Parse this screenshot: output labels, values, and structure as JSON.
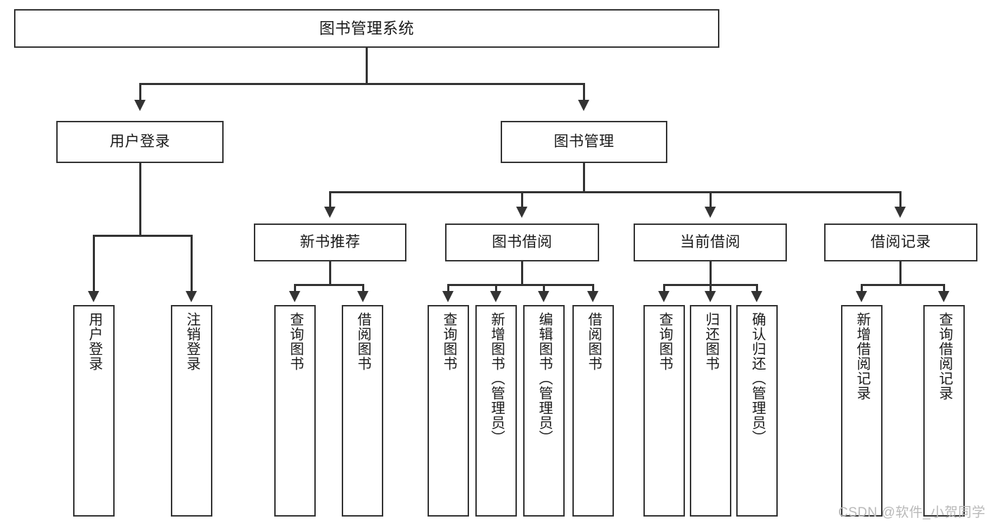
{
  "diagram": {
    "title": "图书管理系统",
    "watermark": "CSDN @软件_小贺同学",
    "colors": {
      "stroke": "#333333",
      "fill": "#ffffff",
      "text": "#1a1a1a",
      "watermark": "#b9b9b9"
    },
    "nodes": {
      "root": {
        "label": "图书管理系统"
      },
      "level1": [
        {
          "label": "用户登录"
        },
        {
          "label": "图书管理"
        }
      ],
      "level2": [
        {
          "label": "新书推荐"
        },
        {
          "label": "图书借阅"
        },
        {
          "label": "当前借阅"
        },
        {
          "label": "借阅记录"
        }
      ],
      "leaves": {
        "user_login": [
          {
            "label": "用户登录"
          },
          {
            "label": "注销登录"
          }
        ],
        "new_book": [
          {
            "label": "查询图书"
          },
          {
            "label": "借阅图书"
          }
        ],
        "book_borrow": [
          {
            "label": "查询图书"
          },
          {
            "label": "新增图书（管理员）"
          },
          {
            "label": "编辑图书（管理员）"
          },
          {
            "label": "借阅图书"
          }
        ],
        "current_borrow": [
          {
            "label": "查询图书"
          },
          {
            "label": "归还图书"
          },
          {
            "label": "确认归还（管理员）"
          }
        ],
        "borrow_record": [
          {
            "label": "新增借阅记录"
          },
          {
            "label": "查询借阅记录"
          }
        ]
      }
    }
  }
}
